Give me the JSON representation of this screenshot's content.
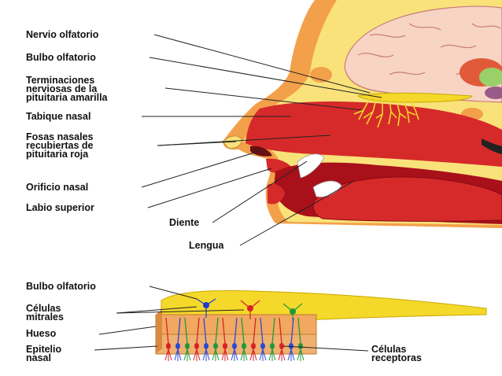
{
  "labels": {
    "nervio_olfatorio": "Nervio olfatorio",
    "bulbo_olfatorio_top": "Bulbo olfatorio",
    "terminaciones": [
      "Terminaciones",
      "nerviosas de la",
      "pituitaria amarilla"
    ],
    "tabique_nasal": "Tabique nasal",
    "fosas_nasales": [
      "Fosas nasales",
      "recubiertas de",
      "pituitaria roja"
    ],
    "orificio_nasal": "Orificio nasal",
    "labio_superior": "Labio superior",
    "diente": "Diente",
    "lengua": "Lengua",
    "bulbo_olfatorio_bottom": "Bulbo olfatorio",
    "celulas_mitrales": [
      "Células",
      "mitrales"
    ],
    "hueso": "Hueso",
    "epitelio_nasal": [
      "Epitelio",
      "nasal"
    ],
    "celulas_receptoras": [
      "Células",
      "receptoras"
    ]
  },
  "colors": {
    "skin_outer": "#f3a04a",
    "skin_inner": "#f9e27a",
    "brain": "#f7d4c4",
    "mucosa": "#d62a2a",
    "mouth_dark": "#a8101a",
    "olfactory_yellow": "#f4d82a",
    "bone": "#f2a860",
    "receptor_red": "#d8202a",
    "receptor_blue": "#2a4ad8",
    "receptor_green": "#1e9a3a",
    "leader_line": "#222222"
  }
}
